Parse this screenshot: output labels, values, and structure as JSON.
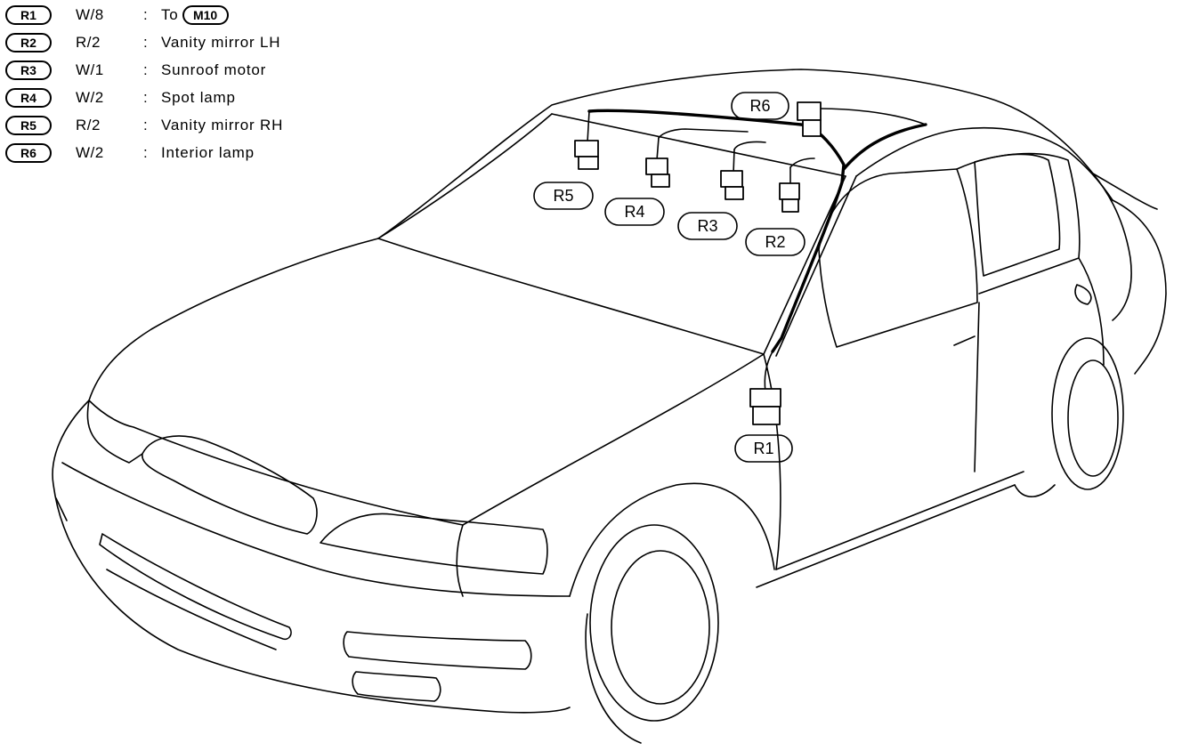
{
  "legend": [
    {
      "id": "R1",
      "code": "W/8",
      "desc": "To",
      "ref": "M10"
    },
    {
      "id": "R2",
      "code": "R/2",
      "desc": "Vanity mirror LH"
    },
    {
      "id": "R3",
      "code": "W/1",
      "desc": "Sunroof motor"
    },
    {
      "id": "R4",
      "code": "W/2",
      "desc": "Spot lamp"
    },
    {
      "id": "R5",
      "code": "R/2",
      "desc": "Vanity mirror RH"
    },
    {
      "id": "R6",
      "code": "W/2",
      "desc": "Interior lamp"
    }
  ],
  "separator": ":",
  "callouts": {
    "r1": "R1",
    "r2": "R2",
    "r3": "R3",
    "r4": "R4",
    "r5": "R5",
    "r6": "R6"
  }
}
